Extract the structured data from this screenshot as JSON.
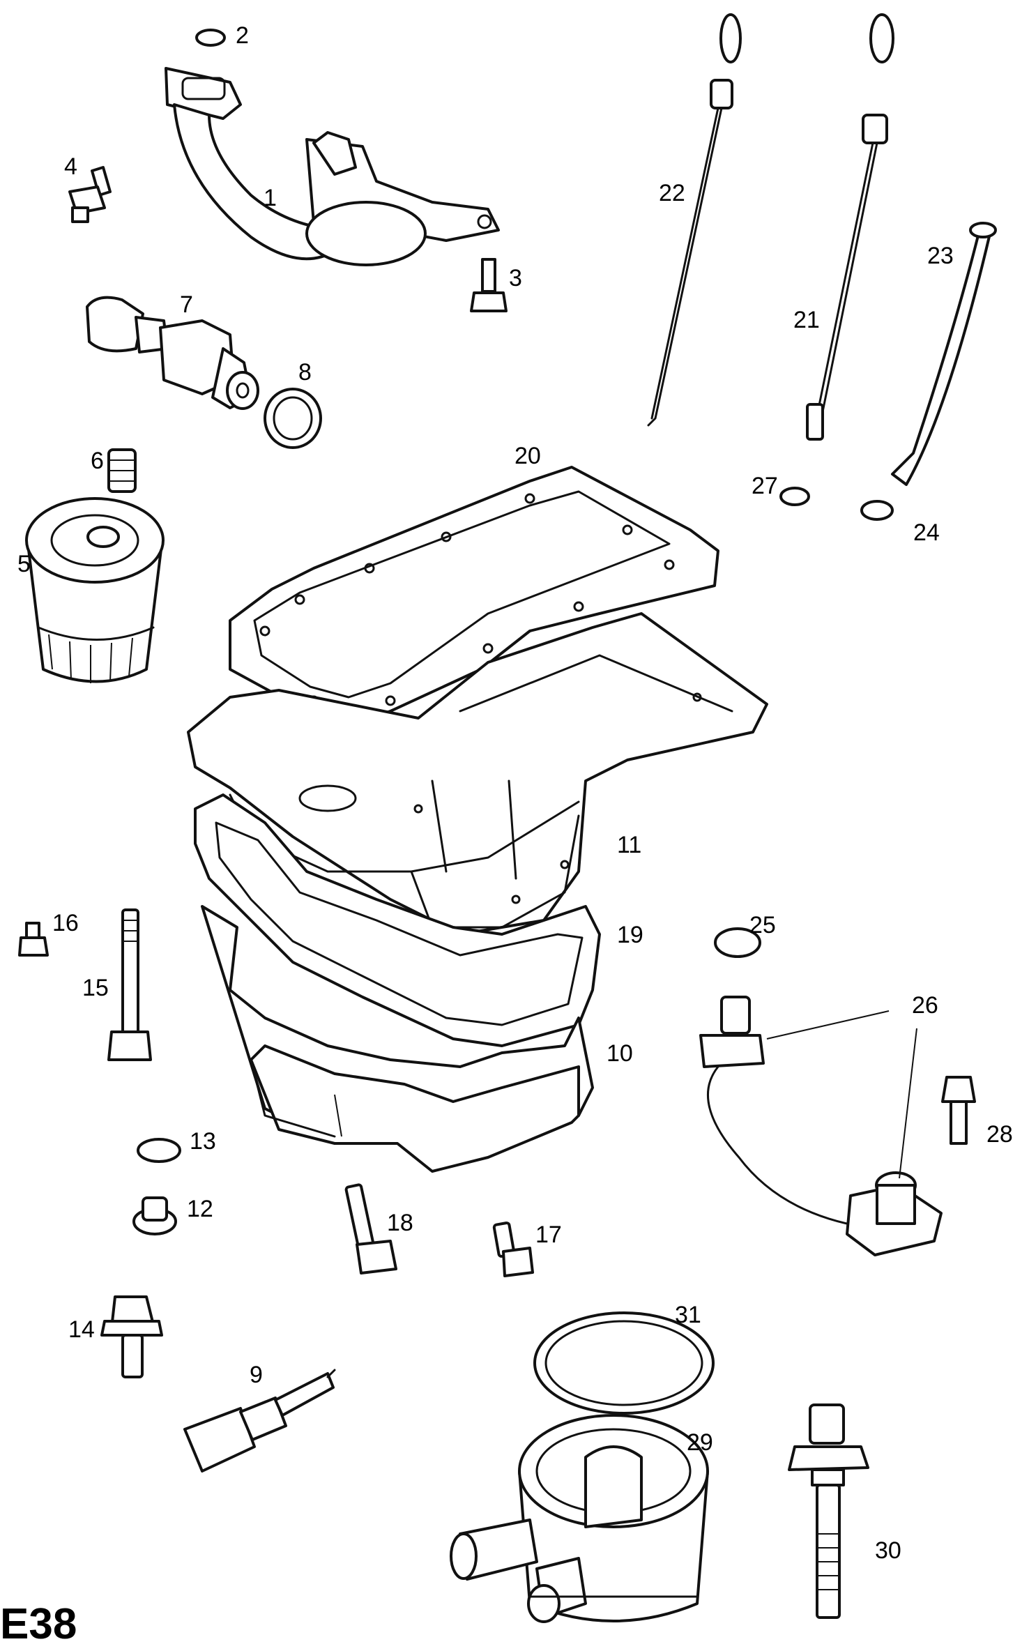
{
  "diagram": {
    "code": "E38",
    "callouts": [
      "1",
      "2",
      "3",
      "4",
      "5",
      "6",
      "7",
      "8",
      "9",
      "10",
      "11",
      "12",
      "13",
      "14",
      "15",
      "16",
      "17",
      "18",
      "19",
      "20",
      "21",
      "22",
      "23",
      "24",
      "25",
      "26",
      "27",
      "28",
      "29",
      "30",
      "31"
    ]
  }
}
